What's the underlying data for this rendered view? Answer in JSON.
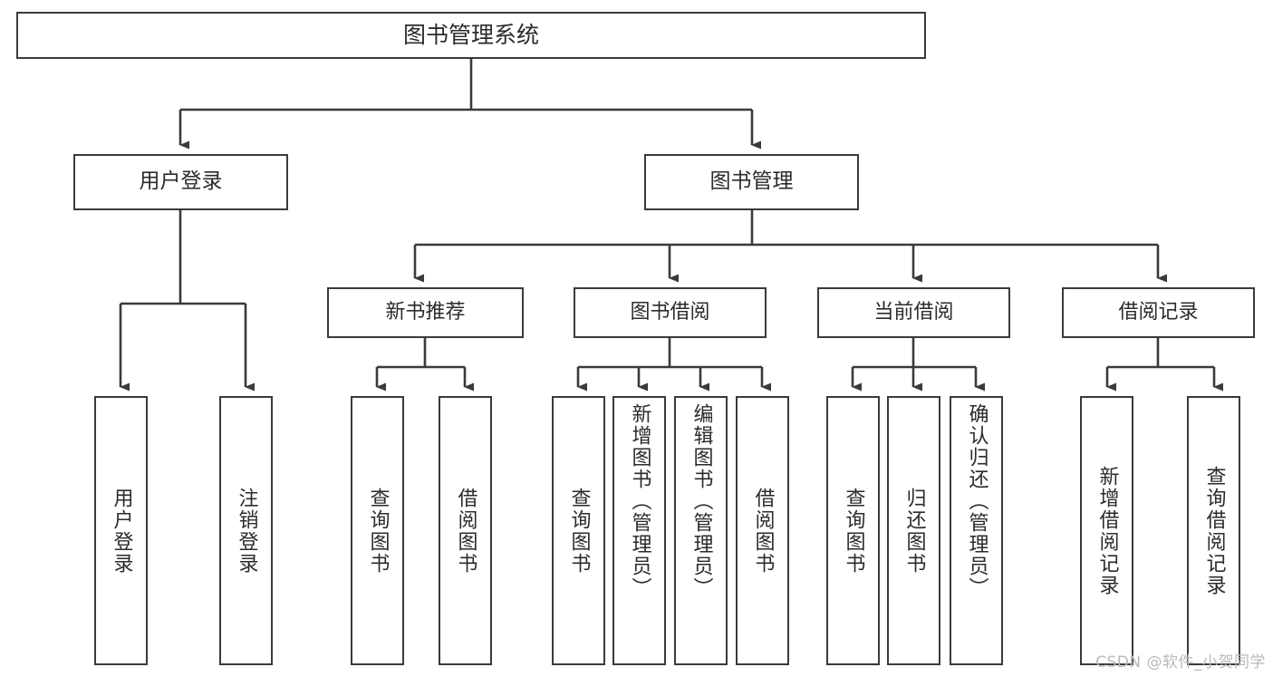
{
  "diagram": {
    "title": "图书管理系统",
    "watermark": "CSDN @软件_小贺同学",
    "stroke_color": "#3a3a3a",
    "text_color": "#2b2b2b",
    "background": "#ffffff",
    "nodes": {
      "root": {
        "label": "图书管理系统"
      },
      "level1": [
        {
          "label": "用户登录"
        },
        {
          "label": "图书管理"
        }
      ],
      "level2": [
        {
          "label": "新书推荐"
        },
        {
          "label": "图书借阅"
        },
        {
          "label": "当前借阅"
        },
        {
          "label": "借阅记录"
        }
      ],
      "leaves": {
        "user_login": [
          {
            "label": "用户登录"
          },
          {
            "label": "注销登录"
          }
        ],
        "new_book_recommend": [
          {
            "label": "查询图书"
          },
          {
            "label": "借阅图书"
          }
        ],
        "book_borrow": [
          {
            "label": "查询图书"
          },
          {
            "label": "新增图书（管理员）"
          },
          {
            "label": "编辑图书（管理员）"
          },
          {
            "label": "借阅图书"
          }
        ],
        "current_borrow": [
          {
            "label": "查询图书"
          },
          {
            "label": "归还图书"
          },
          {
            "label": "确认归还（管理员）"
          }
        ],
        "borrow_record": [
          {
            "label": "新增借阅记录"
          },
          {
            "label": "查询借阅记录"
          }
        ]
      }
    }
  }
}
